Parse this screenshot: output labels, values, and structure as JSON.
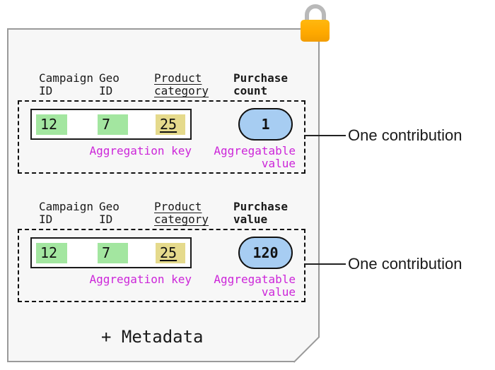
{
  "lock": {
    "icon": "padlock-icon"
  },
  "contributions": [
    {
      "columns": [
        {
          "line1": "Campaign",
          "line2": "ID"
        },
        {
          "line1": "Geo",
          "line2": "ID"
        },
        {
          "line1": "Product",
          "line2": "category"
        },
        {
          "line1": "Purchase",
          "line2": "count"
        }
      ],
      "key_cells": [
        "12",
        "7",
        "25"
      ],
      "value": "1",
      "key_label": "Aggregation key",
      "value_label_line1": "Aggregatable",
      "value_label_line2": "value",
      "annotation": "One contribution"
    },
    {
      "columns": [
        {
          "line1": "Campaign",
          "line2": "ID"
        },
        {
          "line1": "Geo",
          "line2": "ID"
        },
        {
          "line1": "Product",
          "line2": "category"
        },
        {
          "line1": "Purchase",
          "line2": "value"
        }
      ],
      "key_cells": [
        "12",
        "7",
        "25"
      ],
      "value": "120",
      "key_label": "Aggregation key",
      "value_label_line1": "Aggregatable",
      "value_label_line2": "value",
      "annotation": "One contribution"
    }
  ],
  "footer": {
    "metadata": "+ Metadata"
  },
  "colors": {
    "key_cell_green": "#a3e6a0",
    "key_cell_yellow": "#e5da8c",
    "value_pill_blue": "#a7cdf2",
    "label_magenta": "#cc25d9",
    "lock_orange": "#ffaa00",
    "lock_shackle_gray": "#b9b9b9",
    "sheet_background": "#f7f7f7",
    "sheet_border": "#9a9a9a",
    "dashed_border": "#111111"
  }
}
